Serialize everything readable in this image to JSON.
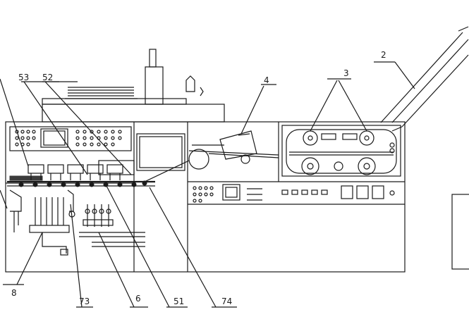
{
  "labels": {
    "l2": "2",
    "l3": "3",
    "l4": "4",
    "l52": "52",
    "l53": "53",
    "l8": "8",
    "l73": "73",
    "l6": "6",
    "l51": "51",
    "l74": "74"
  },
  "colors": {
    "stroke": "#1a1a1a",
    "background": "#ffffff"
  }
}
